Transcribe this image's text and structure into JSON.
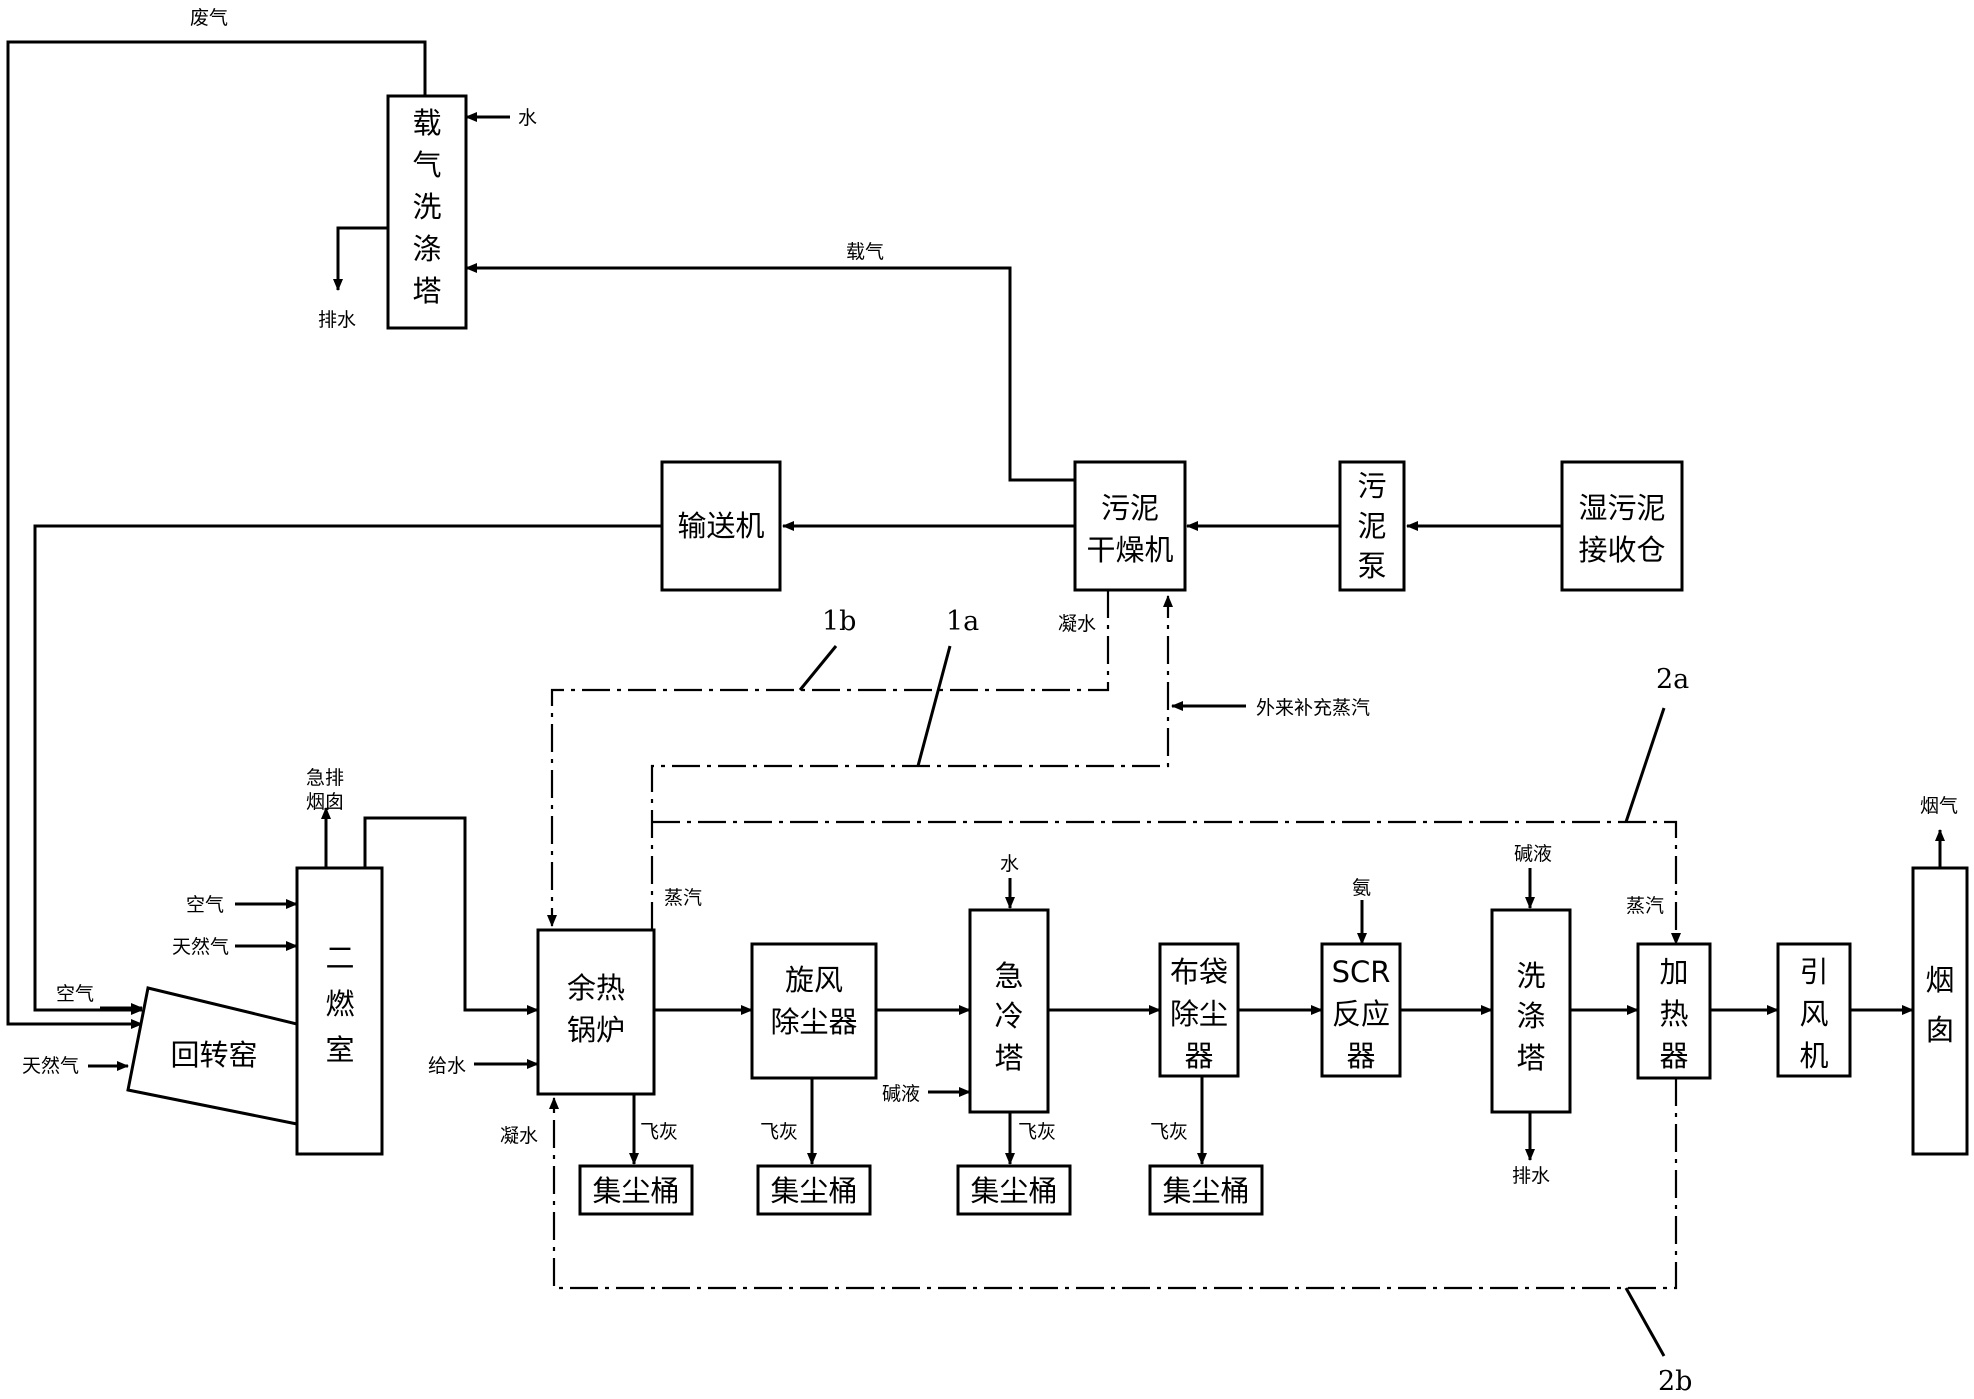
{
  "boxes": {
    "carrier_gas_scrubber": [
      "载",
      "气",
      "洗",
      "涤",
      "塔"
    ],
    "conveyor": [
      "输送机"
    ],
    "sludge_dryer": [
      "污泥",
      "干燥机"
    ],
    "sludge_pump": [
      "污",
      "泥",
      "泵"
    ],
    "wet_sludge_bin": [
      "湿污泥",
      "接收仓"
    ],
    "secondary_combustion_chamber": [
      "二",
      "燃",
      "室"
    ],
    "rotary_kiln": [
      "回转窑"
    ],
    "waste_heat_boiler": [
      "余热",
      "锅炉"
    ],
    "cyclone_dust_collector": [
      "旋风",
      "除尘器"
    ],
    "quench_tower": [
      "急",
      "冷",
      "塔"
    ],
    "bag_filter": [
      "布袋",
      "除尘",
      "器"
    ],
    "scr_reactor": [
      "SCR",
      "反应",
      "器"
    ],
    "washing_tower": [
      "洗",
      "涤",
      "塔"
    ],
    "heater": [
      "加",
      "热",
      "器"
    ],
    "induced_draft_fan": [
      "引",
      "风",
      "机"
    ],
    "chimney": [
      "烟",
      "囱"
    ],
    "dust_bucket": "集尘桶"
  },
  "labels": {
    "exhaust_gas": "废气",
    "water": "水",
    "drain": "排水",
    "carrier_gas": "载气",
    "condensate": "凝水",
    "external_steam": "外来补充蒸汽",
    "emergency_stack": "急排",
    "emergency_stack_2": "烟囱",
    "air": "空气",
    "natural_gas": "天然气",
    "steam": "蒸汽",
    "feed_water": "给水",
    "fly_ash": "飞灰",
    "alkali": "碱液",
    "ammonia": "氨",
    "flue_gas": "烟气"
  },
  "tags": {
    "t1a": "1a",
    "t1b": "1b",
    "t2a": "2a",
    "t2b": "2b"
  },
  "colors": {
    "line": "#000000",
    "background": "#ffffff"
  }
}
